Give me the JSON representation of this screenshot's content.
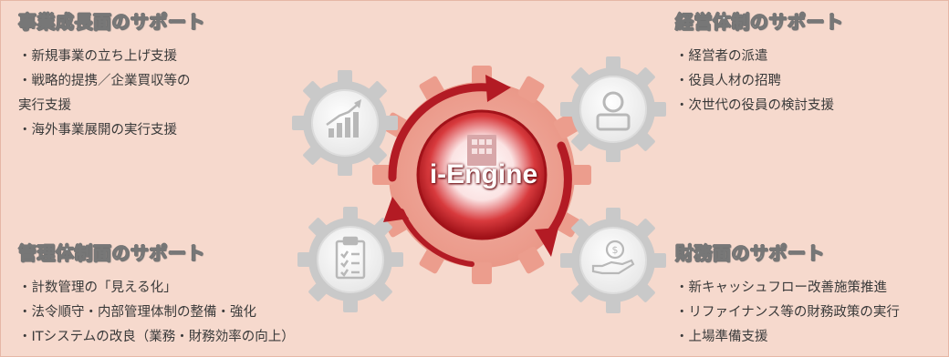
{
  "sections": {
    "top_left": {
      "title": "事業成長面のサポート",
      "items": [
        "・新規事業の立ち上げ支援",
        "・戦略的提携／企業買収等の",
        "実行支援",
        "・海外事業展開の実行支援"
      ]
    },
    "top_right": {
      "title": "経営体制のサポート",
      "items": [
        "・経営者の派遣",
        "・役員人材の招聘",
        "・次世代の役員の検討支援"
      ]
    },
    "bottom_left": {
      "title": "管理体制面のサポート",
      "items": [
        "・計数管理の「見える化」",
        "・法令順守・内部管理体制の整備・強化",
        "・ITシステムの改良（業務・財務効率の向上）"
      ]
    },
    "bottom_right": {
      "title": "財務面のサポート",
      "items": [
        "・新キャッシュフロー改善施策推進",
        "・リファイナンス等の財務政策の実行",
        "・上場準備支援"
      ]
    }
  },
  "center": {
    "label": "i-Engine"
  },
  "icons": {
    "growth": "bar-chart-up-icon",
    "management": "person-icon",
    "control": "clipboard-checklist-icon",
    "finance": "coin-hand-icon",
    "center": "building-icon"
  },
  "colors": {
    "background": "#f6d9cd",
    "accent_red": "#b31b24",
    "gear_gray": "#c9c9c9"
  }
}
